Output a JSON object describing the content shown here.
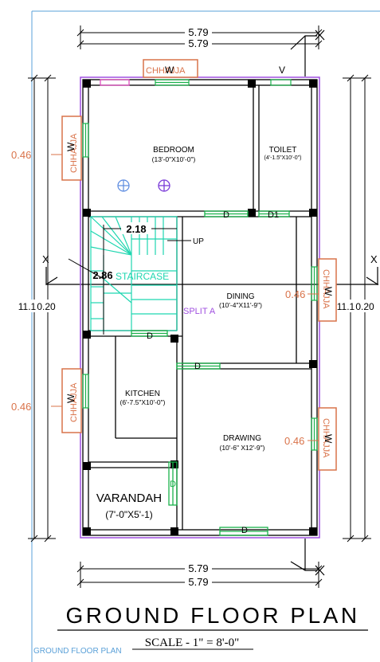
{
  "dimensions": {
    "top_outer": "5.79",
    "top_inner": "5.79",
    "bottom_outer": "5.79",
    "bottom_inner": "5.79",
    "left_a": "11.1",
    "left_b": "0.20",
    "right_a": "11.1",
    "right_b": "0.20",
    "stair_width": "2.18",
    "stair_length": "2.86"
  },
  "section_marks": {
    "x": "X",
    "v": "V"
  },
  "rooms": {
    "bedroom": {
      "name": "BEDROOM",
      "size": "(13'-0\"X10'-0\")"
    },
    "toilet": {
      "name": "TOILET",
      "size": "(4'-1.5\"X10'-0\")"
    },
    "dining": {
      "name": "DINING",
      "size": "(10'-4\"X11'-9\")"
    },
    "kitchen": {
      "name": "KITCHEN",
      "size": "(6'-7.5\"X10'-0\")"
    },
    "drawing": {
      "name": "DRAWING",
      "size": "(10'-6\" X12'-9\")"
    },
    "varandah": {
      "name": "VARANDAH",
      "size": "(7'-0\"X5'-1)"
    }
  },
  "staircase": {
    "label": "STAIRCASE",
    "up": "UP"
  },
  "split_ac": "SPLIT A",
  "doors": {
    "d": "D",
    "d1": "D1"
  },
  "windows": {
    "w": "W"
  },
  "chhajja": {
    "label": "CHHAJJA",
    "projection": "0.46"
  },
  "title": "GROUND FLOOR PLAN",
  "scale": "SCALE - 1\" = 8'-0\"",
  "corner_label": "GROUND FLOOR PLAN",
  "colors": {
    "wall": "#000000",
    "chhajja": "#d9734a",
    "door": "#19b24a",
    "staircase": "#1fd6b0",
    "boundary": "#a050e0",
    "splitac": "#a050e0",
    "frame": "#5aa0d8"
  }
}
